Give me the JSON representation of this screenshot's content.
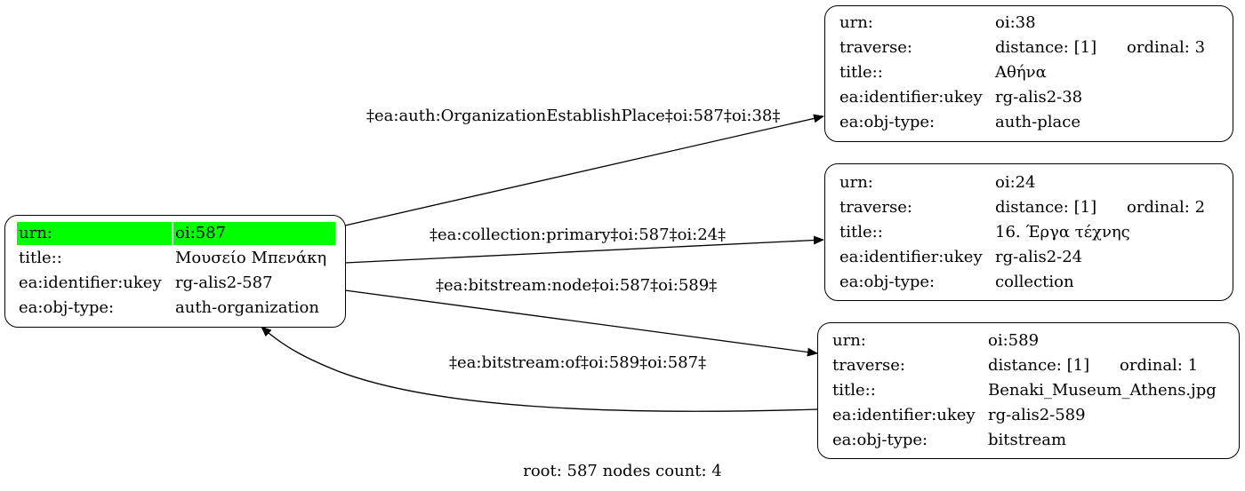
{
  "root_node": {
    "rows": [
      {
        "key": "urn:",
        "value": "oi:587"
      },
      {
        "key": "title::",
        "value": "Μουσείο Μπενάκη"
      },
      {
        "key": "ea:identifier:ukey",
        "value": "rg-alis2-587"
      },
      {
        "key": "ea:obj-type:",
        "value": "auth-organization"
      }
    ],
    "highlight_color": "#00ff00"
  },
  "nodes": [
    {
      "urn_key": "urn:",
      "urn": "oi:38",
      "traverse_key": "traverse:",
      "distance": "distance: [1]",
      "ordinal": "ordinal: 3",
      "title_key": "title::",
      "title": "Αθήνα",
      "ukey_key": "ea:identifier:ukey",
      "ukey": "rg-alis2-38",
      "type_key": "ea:obj-type:",
      "type": "auth-place"
    },
    {
      "urn_key": "urn:",
      "urn": "oi:24",
      "traverse_key": "traverse:",
      "distance": "distance: [1]",
      "ordinal": "ordinal: 2",
      "title_key": "title::",
      "title": "16. Έργα τέχνης",
      "ukey_key": "ea:identifier:ukey",
      "ukey": "rg-alis2-24",
      "type_key": "ea:obj-type:",
      "type": "collection"
    },
    {
      "urn_key": "urn:",
      "urn": "oi:589",
      "traverse_key": "traverse:",
      "distance": "distance: [1]",
      "ordinal": "ordinal: 1",
      "title_key": "title::",
      "title": "Benaki_Museum_Athens.jpg",
      "ukey_key": "ea:identifier:ukey",
      "ukey": "rg-alis2-589",
      "type_key": "ea:obj-type:",
      "type": "bitstream"
    }
  ],
  "edges": [
    {
      "label": "‡ea:auth:OrganizationEstablishPlace‡oi:587‡oi:38‡"
    },
    {
      "label": "‡ea:collection:primary‡oi:587‡oi:24‡"
    },
    {
      "label": "‡ea:bitstream:node‡oi:587‡oi:589‡"
    },
    {
      "label": "‡ea:bitstream:of‡oi:589‡oi:587‡"
    }
  ],
  "footer": "root: 587 nodes count: 4"
}
